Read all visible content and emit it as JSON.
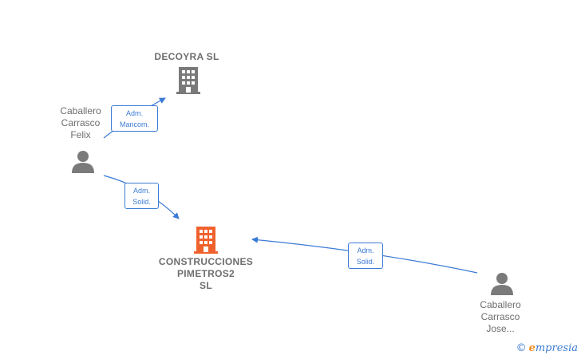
{
  "nodes": {
    "decoyra": {
      "lines": [
        "DECOYRA  SL"
      ],
      "type": "company",
      "color": "#7a7a7a"
    },
    "construcciones": {
      "lines": [
        "CONSTRUCCIONES",
        "PIMETROS2",
        "SL"
      ],
      "type": "company",
      "color": "#f0622d"
    },
    "felix": {
      "lines": [
        "Caballero",
        "Carrasco",
        "Felix"
      ],
      "type": "person",
      "color": "#7a7a7a"
    },
    "jose": {
      "lines": [
        "Caballero",
        "Carrasco",
        "Jose..."
      ],
      "type": "person",
      "color": "#7a7a7a"
    }
  },
  "edges": [
    {
      "from": "felix",
      "to": "decoyra",
      "label": [
        "Adm.",
        "Mancom."
      ]
    },
    {
      "from": "felix",
      "to": "construcciones",
      "label": [
        "Adm.",
        "Solid."
      ]
    },
    {
      "from": "jose",
      "to": "construcciones",
      "label": [
        "Adm.",
        "Solid."
      ]
    }
  ],
  "colors": {
    "edge": "#3a7bd5",
    "text": "#6e6e6e"
  },
  "watermark": {
    "copyright": "©",
    "brand_initial": "e",
    "brand_rest": "mpresia"
  }
}
